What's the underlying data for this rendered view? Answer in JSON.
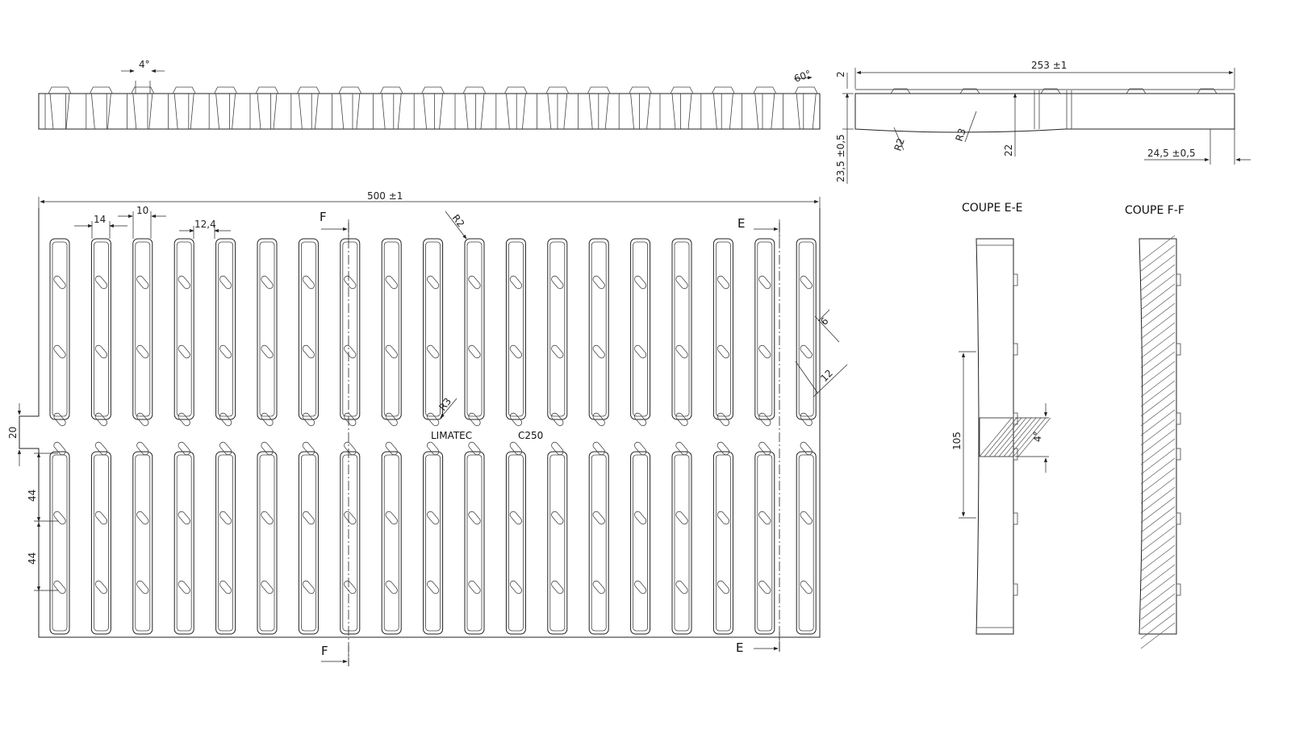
{
  "dimensions": {
    "length": "500 ±1",
    "width": "253 ±1",
    "bar_pitch": "14",
    "bar_width": "10",
    "bar_gap": "12,4",
    "radius_r2": "R2",
    "radius_r3": "R3",
    "angle_top": "4°",
    "angle_end": "60°",
    "top_small": "2",
    "height": "23,5 ±0,5",
    "height_inner": "22",
    "edge_offset": "24,5 ±0,5",
    "slot_w": "6",
    "slot_l": "12",
    "center_band": "20",
    "spacing_1": "44",
    "spacing_2": "44",
    "section_height": "105",
    "section_angle": "4°"
  },
  "section_marks": {
    "f": "F",
    "e": "E"
  },
  "section_titles": {
    "ee": "COUPE E-E",
    "ff": "COUPE F-F"
  },
  "brand": {
    "maker": "LIMATEC",
    "load_class": "C250"
  }
}
